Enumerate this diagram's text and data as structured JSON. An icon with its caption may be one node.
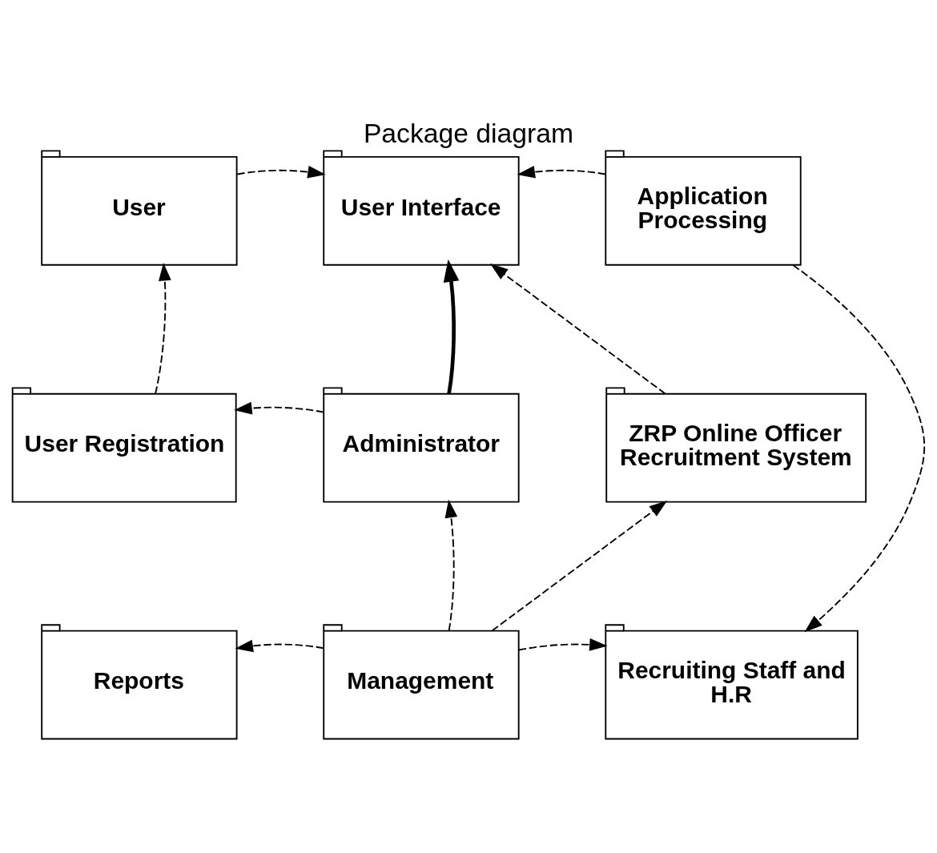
{
  "diagram": {
    "title": "Package diagram",
    "nodes": [
      {
        "text": [
          "User"
        ]
      },
      {
        "text": [
          "User Interface"
        ]
      },
      {
        "text": [
          "Application Processing"
        ]
      },
      {
        "text": [
          "User Registration"
        ]
      },
      {
        "text": [
          "Administrator"
        ]
      },
      {
        "text": [
          "ZRP Online Officer Recruitment System"
        ]
      },
      {
        "text": [
          "Reports"
        ]
      },
      {
        "text": [
          "Management"
        ]
      },
      {
        "text": [
          "Recruiting Staff and H.R"
        ]
      }
    ],
    "edges": [
      {
        "from": 0,
        "to": 1,
        "arrow": "to",
        "style": "dashed"
      },
      {
        "from": 2,
        "to": 1,
        "arrow": "to",
        "style": "dashed"
      },
      {
        "from": 3,
        "to": 0,
        "arrow": "to",
        "style": "dashed"
      },
      {
        "from": 4,
        "to": 1,
        "arrow": "to",
        "style": "thick"
      },
      {
        "from": 5,
        "to": 1,
        "arrow": "to",
        "style": "dashed"
      },
      {
        "from": 4,
        "to": 3,
        "arrow": "to",
        "style": "dashed"
      },
      {
        "from": 2,
        "to": 8,
        "arrow": "to",
        "style": "dashed"
      },
      {
        "from": 7,
        "to": 5,
        "arrow": "to",
        "style": "dashed"
      },
      {
        "from": 7,
        "to": 4,
        "arrow": "to",
        "style": "dashed"
      },
      {
        "from": 7,
        "to": 6,
        "arrow": "to",
        "style": "dashed"
      },
      {
        "from": 7,
        "to": 8,
        "arrow": "to",
        "style": "dashed"
      }
    ]
  }
}
